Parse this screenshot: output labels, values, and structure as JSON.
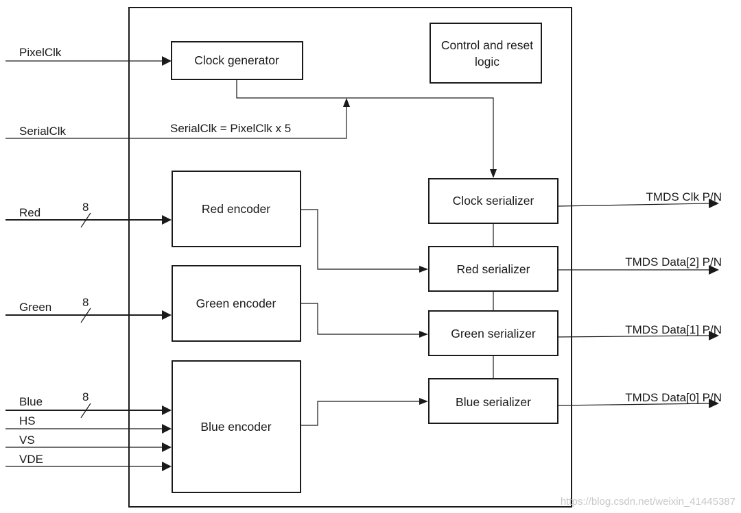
{
  "inputs": {
    "pixel_clk": "PixelClk",
    "serial_clk": "SerialClk",
    "red": "Red",
    "green": "Green",
    "blue": "Blue",
    "hs": "HS",
    "vs": "VS",
    "vde": "VDE"
  },
  "bus_width": {
    "red": "8",
    "green": "8",
    "blue": "8"
  },
  "annotation": {
    "clock_relation": "SerialClk = PixelClk x 5"
  },
  "blocks": {
    "clock_generator": "Clock generator",
    "control_reset": [
      "Control and reset",
      "logic"
    ],
    "red_encoder": "Red encoder",
    "green_encoder": "Green encoder",
    "blue_encoder": "Blue encoder",
    "clock_serializer": "Clock serializer",
    "red_serializer": "Red serializer",
    "green_serializer": "Green serializer",
    "blue_serializer": "Blue serializer"
  },
  "outputs": {
    "tmds_clk": "TMDS Clk P/N",
    "tmds_data2": "TMDS Data[2] P/N",
    "tmds_data1": "TMDS Data[1] P/N",
    "tmds_data0": "TMDS Data[0] P/N"
  },
  "watermark": "https://blog.csdn.net/weixin_41445387"
}
